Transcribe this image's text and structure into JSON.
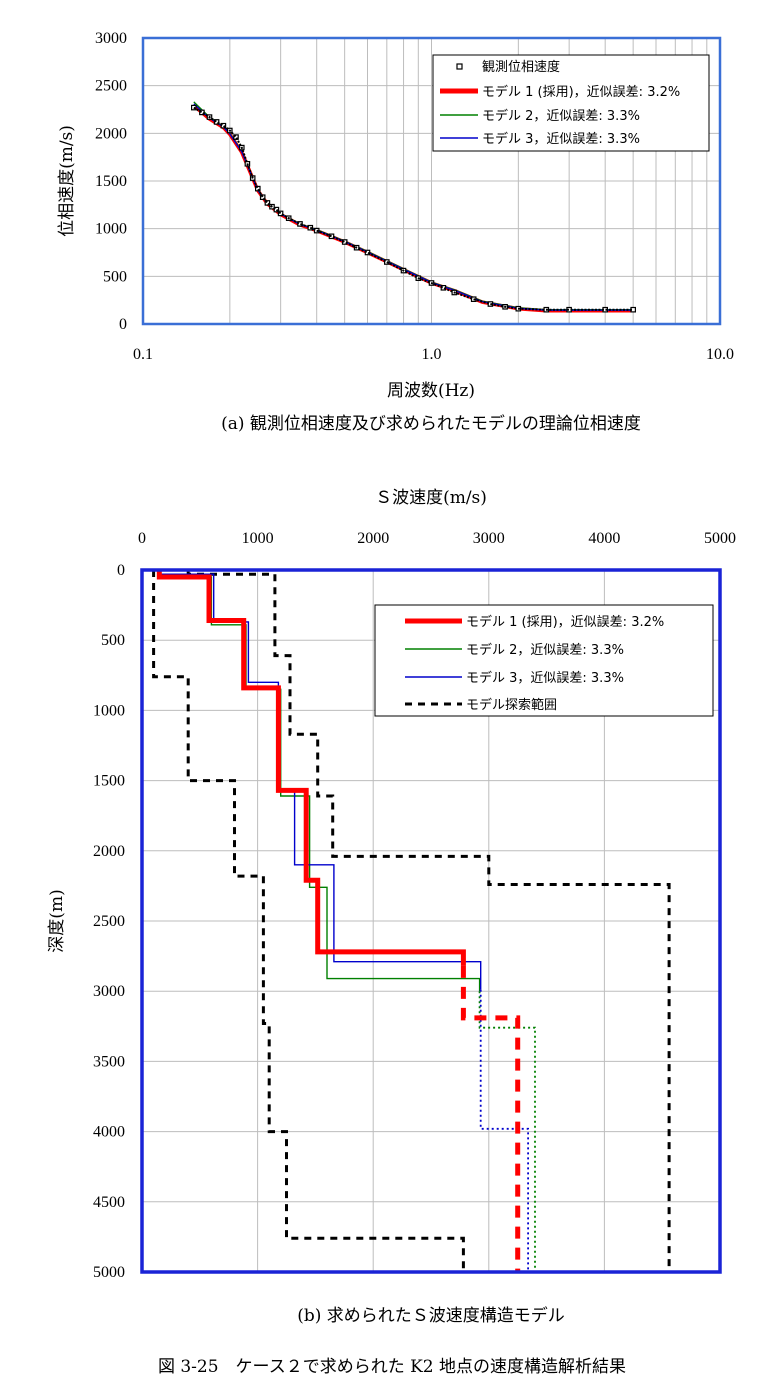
{
  "figure_caption": "図 3-25　ケース２で求められた K2 地点の速度構造解析結果",
  "colors": {
    "obs": "#000000",
    "model1": "#ff0000",
    "model2": "#008000",
    "model3": "#0000cc",
    "range": "#000000",
    "frame_a": "#3a6fd6",
    "frame_b": "#1a23d6",
    "grid": "#bdbdbd"
  },
  "chart_data": [
    {
      "type": "line",
      "caption": "(a)  観測位相速度及び求められたモデルの理論位相速度",
      "xlabel": "周波数(Hz)",
      "ylabel": "位相速度(m/s)",
      "xscale": "log",
      "xlim": [
        0.1,
        10.0
      ],
      "ylim": [
        0,
        3000
      ],
      "xticks": [
        "0.1",
        "1.0",
        "10.0"
      ],
      "yticks": [
        "0",
        "500",
        "1000",
        "1500",
        "2000",
        "2500",
        "3000"
      ],
      "grid": true,
      "legend_position": "top-right",
      "series": [
        {
          "name": "観測位相速度",
          "style": "markers",
          "x": [
            0.15,
            0.16,
            0.17,
            0.18,
            0.19,
            0.2,
            0.21,
            0.22,
            0.23,
            0.24,
            0.25,
            0.26,
            0.27,
            0.28,
            0.29,
            0.3,
            0.32,
            0.35,
            0.38,
            0.4,
            0.45,
            0.5,
            0.55,
            0.6,
            0.7,
            0.8,
            0.9,
            1.0,
            1.1,
            1.2,
            1.4,
            1.6,
            1.8,
            2.0,
            2.5,
            3.0,
            4.0,
            5.0
          ],
          "y": [
            2270,
            2220,
            2170,
            2120,
            2080,
            2030,
            1960,
            1850,
            1680,
            1530,
            1420,
            1330,
            1270,
            1230,
            1200,
            1160,
            1110,
            1050,
            1010,
            980,
            920,
            860,
            800,
            750,
            650,
            560,
            480,
            430,
            380,
            330,
            260,
            210,
            180,
            160,
            150,
            150,
            150,
            150
          ]
        },
        {
          "name": "モデル 1 (採用)，近似誤差: 3.2%",
          "style": "line",
          "x": [
            0.15,
            0.17,
            0.19,
            0.2,
            0.22,
            0.23,
            0.25,
            0.27,
            0.3,
            0.35,
            0.4,
            0.5,
            0.6,
            0.8,
            1.0,
            1.2,
            1.5,
            2.0,
            2.5,
            3.0,
            5.0
          ],
          "y": [
            2290,
            2150,
            2060,
            1990,
            1800,
            1660,
            1400,
            1260,
            1150,
            1040,
            980,
            860,
            750,
            570,
            430,
            350,
            230,
            160,
            140,
            140,
            140
          ]
        },
        {
          "name": "モデル 2，近似誤差: 3.3%",
          "style": "line",
          "x": [
            0.15,
            0.17,
            0.19,
            0.2,
            0.22,
            0.23,
            0.25,
            0.27,
            0.3,
            0.35,
            0.4,
            0.5,
            0.6,
            0.8,
            1.0,
            1.2,
            1.5,
            2.0,
            2.5,
            3.0,
            5.0
          ],
          "y": [
            2330,
            2170,
            2070,
            2000,
            1810,
            1670,
            1410,
            1270,
            1160,
            1050,
            990,
            870,
            760,
            580,
            440,
            360,
            240,
            170,
            150,
            150,
            150
          ]
        },
        {
          "name": "モデル 3，近似誤差: 3.3%",
          "style": "line",
          "x": [
            0.15,
            0.17,
            0.19,
            0.2,
            0.22,
            0.23,
            0.25,
            0.27,
            0.3,
            0.35,
            0.4,
            0.5,
            0.6,
            0.8,
            1.0,
            1.2,
            1.5,
            2.0,
            2.5,
            3.0,
            5.0
          ],
          "y": [
            2310,
            2160,
            2065,
            1995,
            1805,
            1665,
            1405,
            1265,
            1155,
            1045,
            985,
            865,
            755,
            575,
            435,
            355,
            235,
            165,
            145,
            145,
            145
          ]
        }
      ]
    },
    {
      "type": "line",
      "caption": "(b)  求められたＳ波速度構造モデル",
      "xlabel": "Ｓ波速度(m/s)",
      "ylabel": "深度(m)",
      "xlim": [
        0,
        5000
      ],
      "ylim": [
        0,
        5000
      ],
      "y_inverted": true,
      "x_axis_position": "top",
      "xticks": [
        "0",
        "1000",
        "2000",
        "3000",
        "4000",
        "5000"
      ],
      "yticks": [
        "0",
        "500",
        "1000",
        "1500",
        "2000",
        "2500",
        "3000",
        "3500",
        "4000",
        "4500",
        "5000"
      ],
      "grid": true,
      "legend_position": "top-right",
      "series": [
        {
          "name": "モデル 1 (採用)，近似誤差: 3.2%",
          "style": "thick-solid",
          "x": [
            150,
            150,
            580,
            580,
            880,
            880,
            1180,
            1180,
            1420,
            1420,
            1520,
            1520,
            2780,
            2780
          ],
          "y": [
            0,
            50,
            50,
            360,
            360,
            840,
            840,
            1570,
            1570,
            2210,
            2210,
            2720,
            2720,
            2820
          ]
        },
        {
          "name": "",
          "style": "thick-dashed",
          "x": [
            2780,
            2780,
            3250,
            3250
          ],
          "y": [
            2820,
            3190,
            3190,
            5000
          ]
        },
        {
          "name": "モデル 2，近似誤差: 3.3%",
          "style": "solid",
          "x": [
            150,
            150,
            600,
            600,
            900,
            900,
            1200,
            1200,
            1450,
            1450,
            1600,
            1600,
            2920,
            2920
          ],
          "y": [
            0,
            50,
            50,
            390,
            390,
            850,
            850,
            1610,
            1610,
            2260,
            2260,
            2910,
            2910,
            3000
          ]
        },
        {
          "name": "",
          "style": "dotted",
          "x": [
            2920,
            2920,
            3400,
            3400
          ],
          "y": [
            3000,
            3260,
            3260,
            5000
          ]
        },
        {
          "name": "モデル 3，近似誤差: 3.3%",
          "style": "solid",
          "x": [
            150,
            150,
            620,
            620,
            920,
            920,
            1180,
            1180,
            1320,
            1320,
            1660,
            1660,
            2930,
            2930
          ],
          "y": [
            0,
            30,
            30,
            370,
            370,
            800,
            800,
            1580,
            1580,
            2100,
            2100,
            2790,
            2790,
            2990
          ]
        },
        {
          "name": "",
          "style": "dotted",
          "x": [
            2930,
            2930,
            3340,
            3340
          ],
          "y": [
            2990,
            3980,
            3980,
            5000
          ]
        },
        {
          "name": "モデル探索範囲",
          "style": "dashed",
          "x": [
            100,
            100,
            400,
            400,
            800,
            800,
            1050,
            1050,
            1100,
            1100,
            1250,
            1250,
            1520,
            1520,
            1520,
            2780,
            2780
          ],
          "y": [
            0,
            760,
            760,
            1500,
            1500,
            2180,
            2180,
            3230,
            3230,
            4000,
            4000,
            4760,
            4760,
            4760,
            4760,
            4760,
            5000
          ]
        },
        {
          "name": "",
          "style": "dashed",
          "x": [
            400,
            400,
            1150,
            1150,
            1280,
            1280,
            1520,
            1520,
            1650,
            1650,
            3000,
            3000,
            4560,
            4560
          ],
          "y": [
            0,
            30,
            30,
            610,
            610,
            1170,
            1170,
            1610,
            1610,
            2040,
            2040,
            2240,
            2240,
            5000
          ]
        }
      ]
    }
  ]
}
